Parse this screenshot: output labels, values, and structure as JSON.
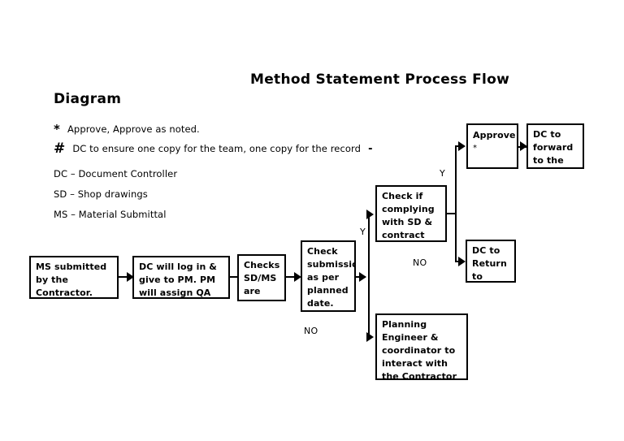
{
  "page": {
    "title_line1": "Method Statement Process Flow",
    "title_line2": "Diagram"
  },
  "legend": {
    "items": [
      {
        "symbol": "*",
        "text": "Approve, Approve as noted.",
        "trail": ""
      },
      {
        "symbol": "#",
        "text": "DC to ensure one copy for the team, one copy for the record",
        "trail": "-"
      },
      {
        "symbol": "",
        "text": "DC – Document Controller",
        "trail": ""
      },
      {
        "symbol": "",
        "text": "SD – Shop drawings",
        "trail": ""
      },
      {
        "symbol": "",
        "text": "MS – Material Submittal",
        "trail": ""
      }
    ]
  },
  "flow": {
    "nodes": [
      {
        "id": "ms-submitted",
        "text": "MS submitted by the Contractor."
      },
      {
        "id": "dc-log-in",
        "text": "DC will log in & give to PM. PM will assign QA to"
      },
      {
        "id": "checks-sd-ms",
        "text": "Checks SD/MS are"
      },
      {
        "id": "check-submission",
        "text": "Check submission as per planned date."
      },
      {
        "id": "check-complying",
        "text": "Check if complying with SD & contract specification"
      },
      {
        "id": "approve",
        "text": "Approve"
      },
      {
        "id": "approve-note",
        "text": "*"
      },
      {
        "id": "dc-to-forward",
        "text": "DC to forward to the"
      },
      {
        "id": "dc-to-return",
        "text": "DC to Return to"
      },
      {
        "id": "planning-engineer",
        "text": "Planning Engineer & coordinator to interact with the Contractor for the delays in"
      }
    ],
    "labels": {
      "yes_upper": "Y",
      "yes_lower": "Y",
      "no_upper": "NO",
      "no_lower": "NO"
    }
  },
  "colors": {
    "stroke": "#000000",
    "background": "#ffffff",
    "text": "#000000"
  }
}
